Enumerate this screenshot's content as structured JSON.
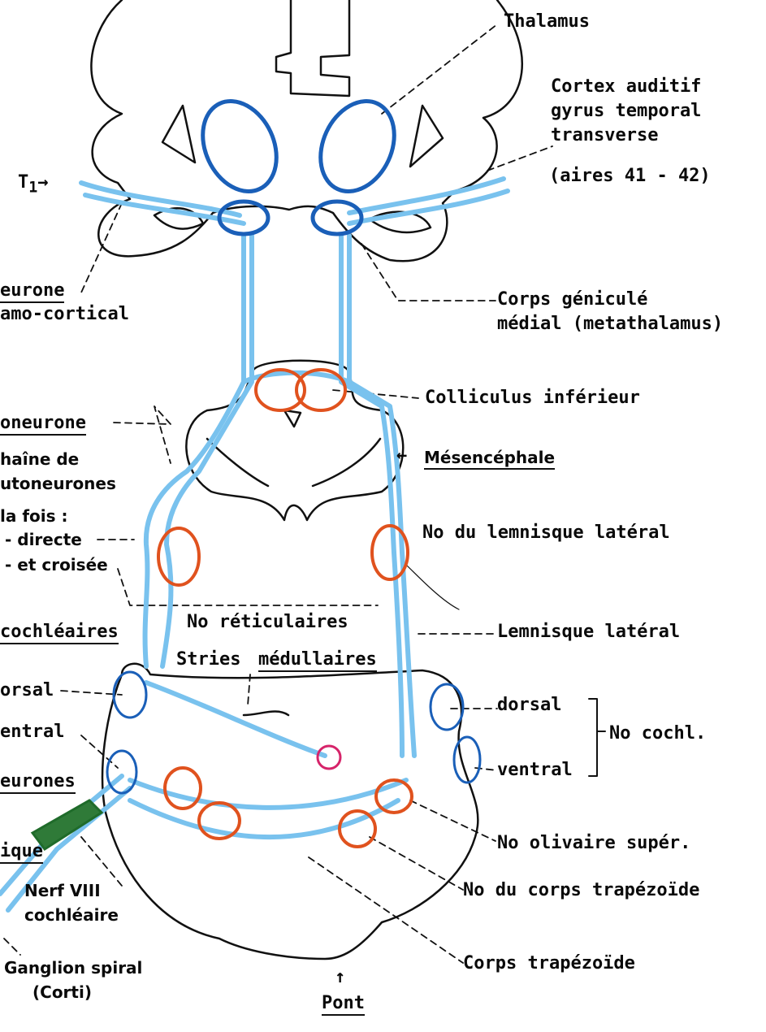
{
  "colors": {
    "outline": "#111111",
    "pathway": "#79c2ee",
    "pathway_dark": "#3a86cf",
    "nucleus": "#1a5fb8",
    "relay": "#e0521e",
    "nerve": "#1f6b2a",
    "spot": "#d6246a"
  },
  "labels": {
    "thalamus": "Thalamus",
    "cortex_line1": "Cortex auditif",
    "cortex_line2": "gyrus temporal",
    "cortex_line3": "transverse",
    "aires": "(aires 41 - 42)",
    "t1": "T",
    "t1_sub": "1",
    "t1_arrow": "→",
    "neurone_fragment": "eurone",
    "thalamocortical_fragment": "amo-cortical",
    "corps_geniculé_line1": "Corps géniculé",
    "corps_geniculé_line2": "médial (metathalamus)",
    "colliculus": "Colliculus inférieur",
    "mesencephale": "Mésencéphale",
    "mesencephale_arrow": "←",
    "protoneurone_fragment": "oneurone",
    "chaine_line1": "haîne de",
    "chaine_line2": "utoneurones",
    "fois": "la fois :",
    "directe": "- directe",
    "croisee": "- et croisée",
    "lemnisque_no": "No du lemnisque latéral",
    "reticulaires": "No réticulaires",
    "lemnisque": "Lemnisque latéral",
    "cochleaires_fragment": "cochléaires",
    "stries_1": "Stries",
    "stries_2": "médullaires",
    "dorsal_left": "orsal",
    "ventral_left": "entral",
    "dorsal_right": "dorsal",
    "ventral_right": "ventral",
    "no_cochl": "No cochl.",
    "neurones_fragment": "eurones",
    "ique_fragment": "ique",
    "nerf_line1": "Nerf VIII",
    "nerf_line2": "cochléaire",
    "olivaire": "No olivaire supér.",
    "trapezoide_no": "No du corps trapézoïde",
    "trapezoide": "Corps trapézoïde",
    "ganglion_line1": "Ganglion spiral",
    "ganglion_line2": "(Corti)",
    "pont": "Pont",
    "pont_arrow": "↑"
  }
}
